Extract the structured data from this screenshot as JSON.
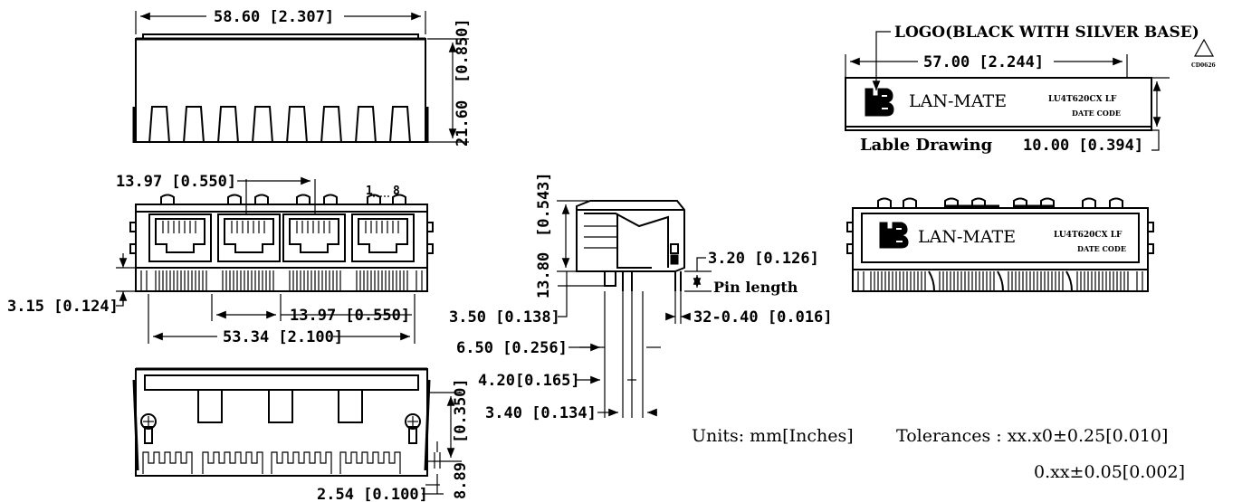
{
  "dimensions": {
    "top_width": "58.60 [2.307]",
    "top_height_in": "[0.850]",
    "top_height_mm": "21.60",
    "pitch_top": "13.97 [0.550]",
    "pin_offset": "3.15 [0.124]",
    "pitch_bottom": "13.97 [0.550]",
    "pin_span": "53.34 [2.100]",
    "side_height_in": "[0.543]",
    "side_height_mm": "13.80",
    "pin_len_value": "3.20 [0.126]",
    "pin_len_label": "Pin length",
    "d350": "3.50 [0.138]",
    "pin_count_dia": "32-0.40 [0.016]",
    "d650": "6.50 [0.256]",
    "d420": "4.20[0.165]",
    "d340": "3.40 [0.134]",
    "bottom_height_in": "[0.350]",
    "bottom_height_mm": "8.89",
    "bottom_pitch": "2.54 [0.100]",
    "label_width": "57.00 [2.244]",
    "label_height": "10.00 [0.394]"
  },
  "label": {
    "callout": "LOGO(BLACK WITH SILVER BASE)",
    "drawing_title": "Lable Drawing",
    "brand": "LAN-MATE",
    "part_number": "LU4T620CX LF",
    "date_code": "DATE CODE",
    "revision_tag": "CD0626"
  },
  "pin_numbers": {
    "first": "1",
    "last": "8"
  },
  "notes": {
    "units": "Units: mm[Inches]",
    "tolerance_1": "Tolerances : xx.x0±0.25[0.010]",
    "tolerance_2": "0.xx±0.05[0.002]"
  }
}
